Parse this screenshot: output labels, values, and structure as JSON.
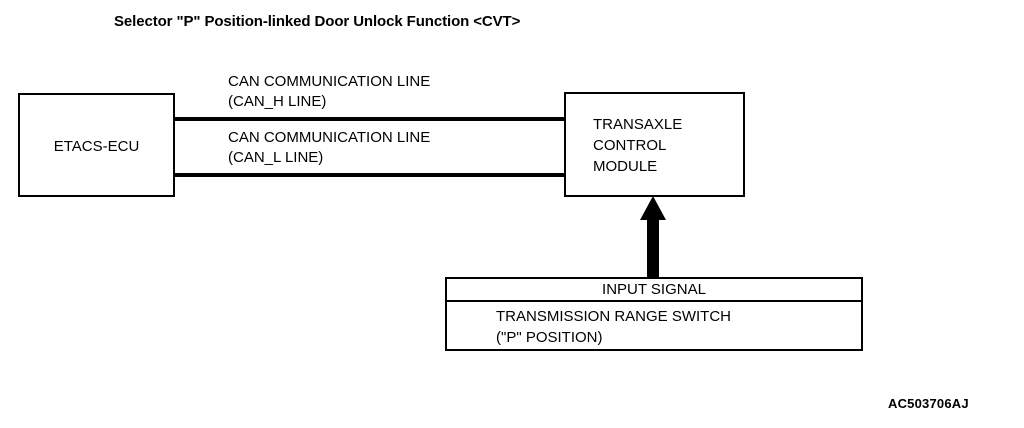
{
  "figure": {
    "title": "Selector \"P\" Position-linked Door Unlock Function <CVT>",
    "code": "AC503706AJ",
    "ink_color": "#000000",
    "background_color": "#ffffff"
  },
  "nodes": {
    "etacs": {
      "label": "ETACS-ECU"
    },
    "transaxle": {
      "line1": "TRANSAXLE",
      "line2": "CONTROL",
      "line3": "MODULE"
    },
    "switch": {
      "header": "INPUT SIGNAL",
      "line1": "TRANSMISSION RANGE SWITCH",
      "line2": "(\"P\" POSITION)"
    }
  },
  "connections": {
    "can_h": {
      "line1": "CAN COMMUNICATION LINE",
      "line2": "(CAN_H LINE)"
    },
    "can_l": {
      "line1": "CAN COMMUNICATION LINE",
      "line2": "(CAN_L LINE)"
    },
    "input_signal_arrow": {
      "icon": "up-arrow-icon",
      "direction": "up"
    }
  }
}
